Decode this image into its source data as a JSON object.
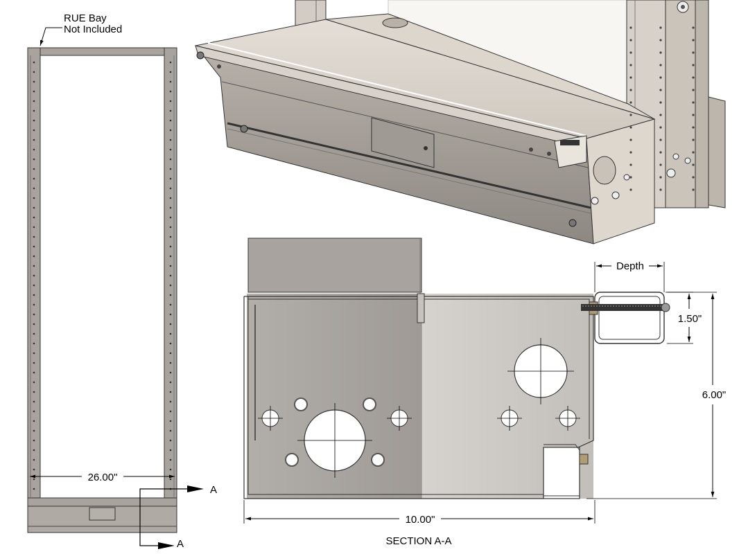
{
  "labels": {
    "rue_line1": "RUE Bay",
    "rue_line2": "Not Included",
    "width_dim": "26.00\"",
    "section_mark_top": "A",
    "section_mark_bottom": "A",
    "depth": "Depth",
    "dim_150": "1.50\"",
    "dim_600": "6.00\"",
    "dim_1000": "10.00\"",
    "section_title": "SECTION A-A"
  }
}
